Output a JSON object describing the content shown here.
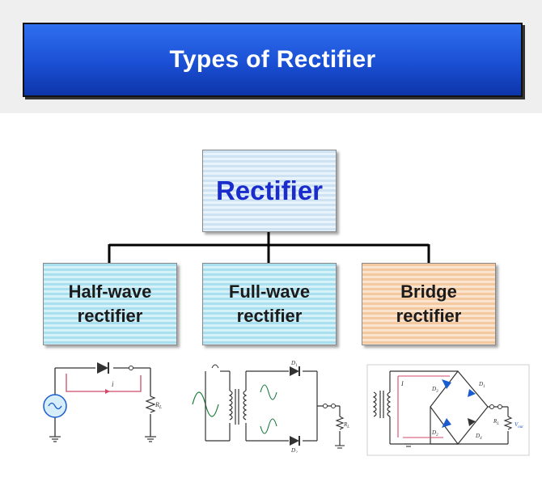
{
  "title": "Types of Rectifier",
  "diagram": {
    "root": {
      "label": "Rectifier"
    },
    "children": [
      {
        "line1": "Half-wave",
        "line2": "rectifier"
      },
      {
        "line1": "Full-wave",
        "line2": "rectifier"
      },
      {
        "line1": "Bridge",
        "line2": "rectifier"
      }
    ]
  },
  "circuits": {
    "half_wave": {
      "current": "i",
      "load": "R",
      "load_sub": "L"
    },
    "full_wave": {
      "diode1": "D",
      "diode1_sub": "1",
      "diode2": "D",
      "diode2_sub": "2",
      "load": "R",
      "load_sub": "L"
    },
    "bridge": {
      "d1": "D",
      "d1_sub": "1",
      "d2": "D",
      "d2_sub": "2",
      "d3": "D",
      "d3_sub": "3",
      "d4": "D",
      "d4_sub": "4",
      "current": "I",
      "load": "R",
      "load_sub": "L",
      "output": "V",
      "output_sub": "out"
    }
  },
  "colors": {
    "title_bar": "#1a4fd4",
    "root_text": "#1a2ccc",
    "half_wave_box": "#a8e0ef",
    "full_wave_box": "#a8e0ef",
    "bridge_box": "#f4c9a0",
    "circuit_wire": "#d04a6a",
    "circuit_component": "#1a5cd0"
  }
}
